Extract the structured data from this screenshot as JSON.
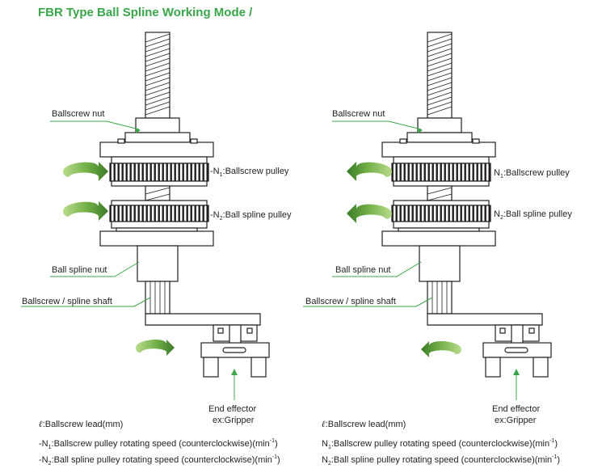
{
  "title": "FBR Type Ball Spline Working  Mode  /",
  "panels": [
    {
      "id": "left",
      "labels": {
        "ballscrew_nut": "Ballscrew nut",
        "ballscrew_pulley_prefix": "-N",
        "ballscrew_pulley_sub": "1",
        "ballscrew_pulley_text": ":Ballscrew pulley",
        "ball_spline_pulley_prefix": "-N",
        "ball_spline_pulley_sub": "2",
        "ball_spline_pulley_text": ":Ball spline pulley",
        "ball_spline_nut": "Ball spline nut",
        "shaft": "Ballscrew / spline shaft",
        "end_effector_1": "End effector",
        "end_effector_2": "ex:Gripper"
      },
      "rotation_arrows": [
        "counterclockwise",
        "counterclockwise",
        "counterclockwise"
      ],
      "legend": {
        "lead_symbol": "ℓ",
        "lead_text": ":Ballscrew lead(mm)",
        "n1_prefix": "-N",
        "n1_sub": "1",
        "n1_text": ":Ballscrew pulley rotating speed (counterclockwise)(min",
        "n1_exp": "-1",
        "n1_close": ")",
        "n2_prefix": "-N",
        "n2_sub": "2",
        "n2_text": ":Ball spline pulley rotating speed (counterclockwise)(min",
        "n2_exp": "-1",
        "n2_close": ")"
      }
    },
    {
      "id": "right",
      "labels": {
        "ballscrew_nut": "Ballscrew nut",
        "ballscrew_pulley_prefix": "N",
        "ballscrew_pulley_sub": "1",
        "ballscrew_pulley_text": ":Ballscrew pulley",
        "ball_spline_pulley_prefix": "N",
        "ball_spline_pulley_sub": "2",
        "ball_spline_pulley_text": ":Ball spline pulley",
        "ball_spline_nut": "Ball spline nut",
        "shaft": "Ballscrew / spline shaft",
        "end_effector_1": "End effector",
        "end_effector_2": "ex:Gripper"
      },
      "rotation_arrows": [
        "clockwise",
        "clockwise",
        "clockwise"
      ],
      "legend": {
        "lead_symbol": "ℓ",
        "lead_text": ":Ballscrew lead(mm)",
        "n1_prefix": "N",
        "n1_sub": "1",
        "n1_text": ":Ballscrew pulley rotating speed (counterclockwise)(min",
        "n1_exp": "-1",
        "n1_close": ")",
        "n2_prefix": "N",
        "n2_sub": "2",
        "n2_text": ":Ball spline pulley rotating speed (counterclockwise)(min",
        "n2_exp": "-1",
        "n2_close": ")"
      }
    }
  ],
  "colors": {
    "title": "#3aa54a",
    "leader": "#3aa54a",
    "arrow_dark": "#3d7a2a",
    "arrow_light": "#b9dc8c",
    "line": "#231f20"
  }
}
